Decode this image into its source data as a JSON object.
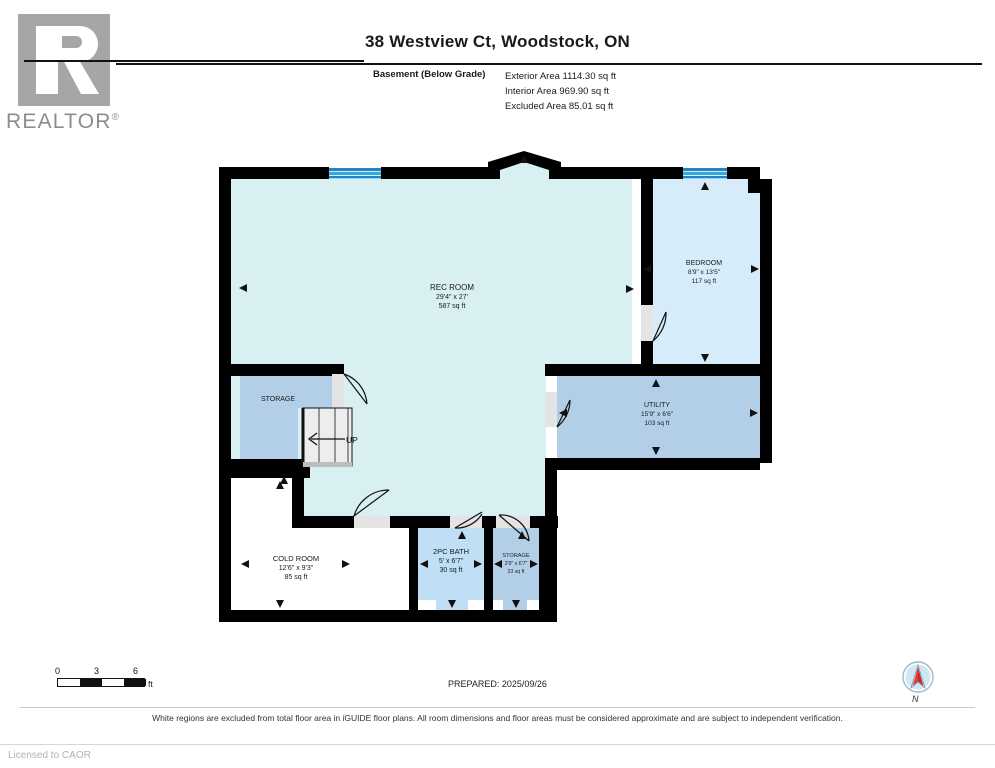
{
  "brand": {
    "logo_text": "REALTOR",
    "logo_reg": "®",
    "logo_icon": "realtor-r-logo"
  },
  "header": {
    "title": "38 Westview Ct, Woodstock, ON",
    "floor_label": "Basement (Below Grade)",
    "areas": [
      "Exterior Area 1114.30 sq ft",
      "Interior Area 969.90 sq ft",
      "Excluded Area 85.01 sq ft"
    ]
  },
  "rooms": [
    {
      "name": "REC ROOM",
      "dims": "29'4\" x 27'",
      "area": "587 sq ft",
      "fill": "#d9f0f3"
    },
    {
      "name": "BEDROOM",
      "dims": "8'9\" x 13'5\"",
      "area": "117 sq ft",
      "fill": "#d6ecfa"
    },
    {
      "name": "UTILITY",
      "dims": "15'9\" x 6'6\"",
      "area": "103 sq ft",
      "fill": "#b3cfe8"
    },
    {
      "name": "STORAGE",
      "dims": "",
      "area": "",
      "fill": "#b3cfe8"
    },
    {
      "name": "COLD ROOM",
      "dims": "12'6\" x 9'3\"",
      "area": "85 sq ft",
      "fill": "#ffffff"
    },
    {
      "name": "2PC BATH",
      "dims": "5' x 6'7\"",
      "area": "30 sq ft",
      "fill": "#bfdff5"
    },
    {
      "name": "STORAGE",
      "dims": "3'9\" x 6'7\"",
      "area": "23 sq ft",
      "fill": "#b3cfe8"
    }
  ],
  "stairs": {
    "label": "UP",
    "direction": "left-arrow"
  },
  "scale": {
    "ticks": [
      "0",
      "3",
      "6"
    ],
    "unit": "ft"
  },
  "compass": {
    "label": "N"
  },
  "footer": {
    "prepared": "PREPARED: 2025/09/26",
    "disclaimer": "White regions are excluded from total floor area in iGUIDE floor plans. All room dimensions and floor areas must be considered approximate and are subject to independent verification.",
    "licensed": "Licensed to CAOR"
  },
  "colors": {
    "wall": "#000000",
    "rec_room": "#d9f0f3",
    "bedroom": "#d6ecfa",
    "utility": "#b3cfe8",
    "bath": "#bfdff5",
    "window": "#2196d6",
    "excluded": "#ffffff"
  }
}
